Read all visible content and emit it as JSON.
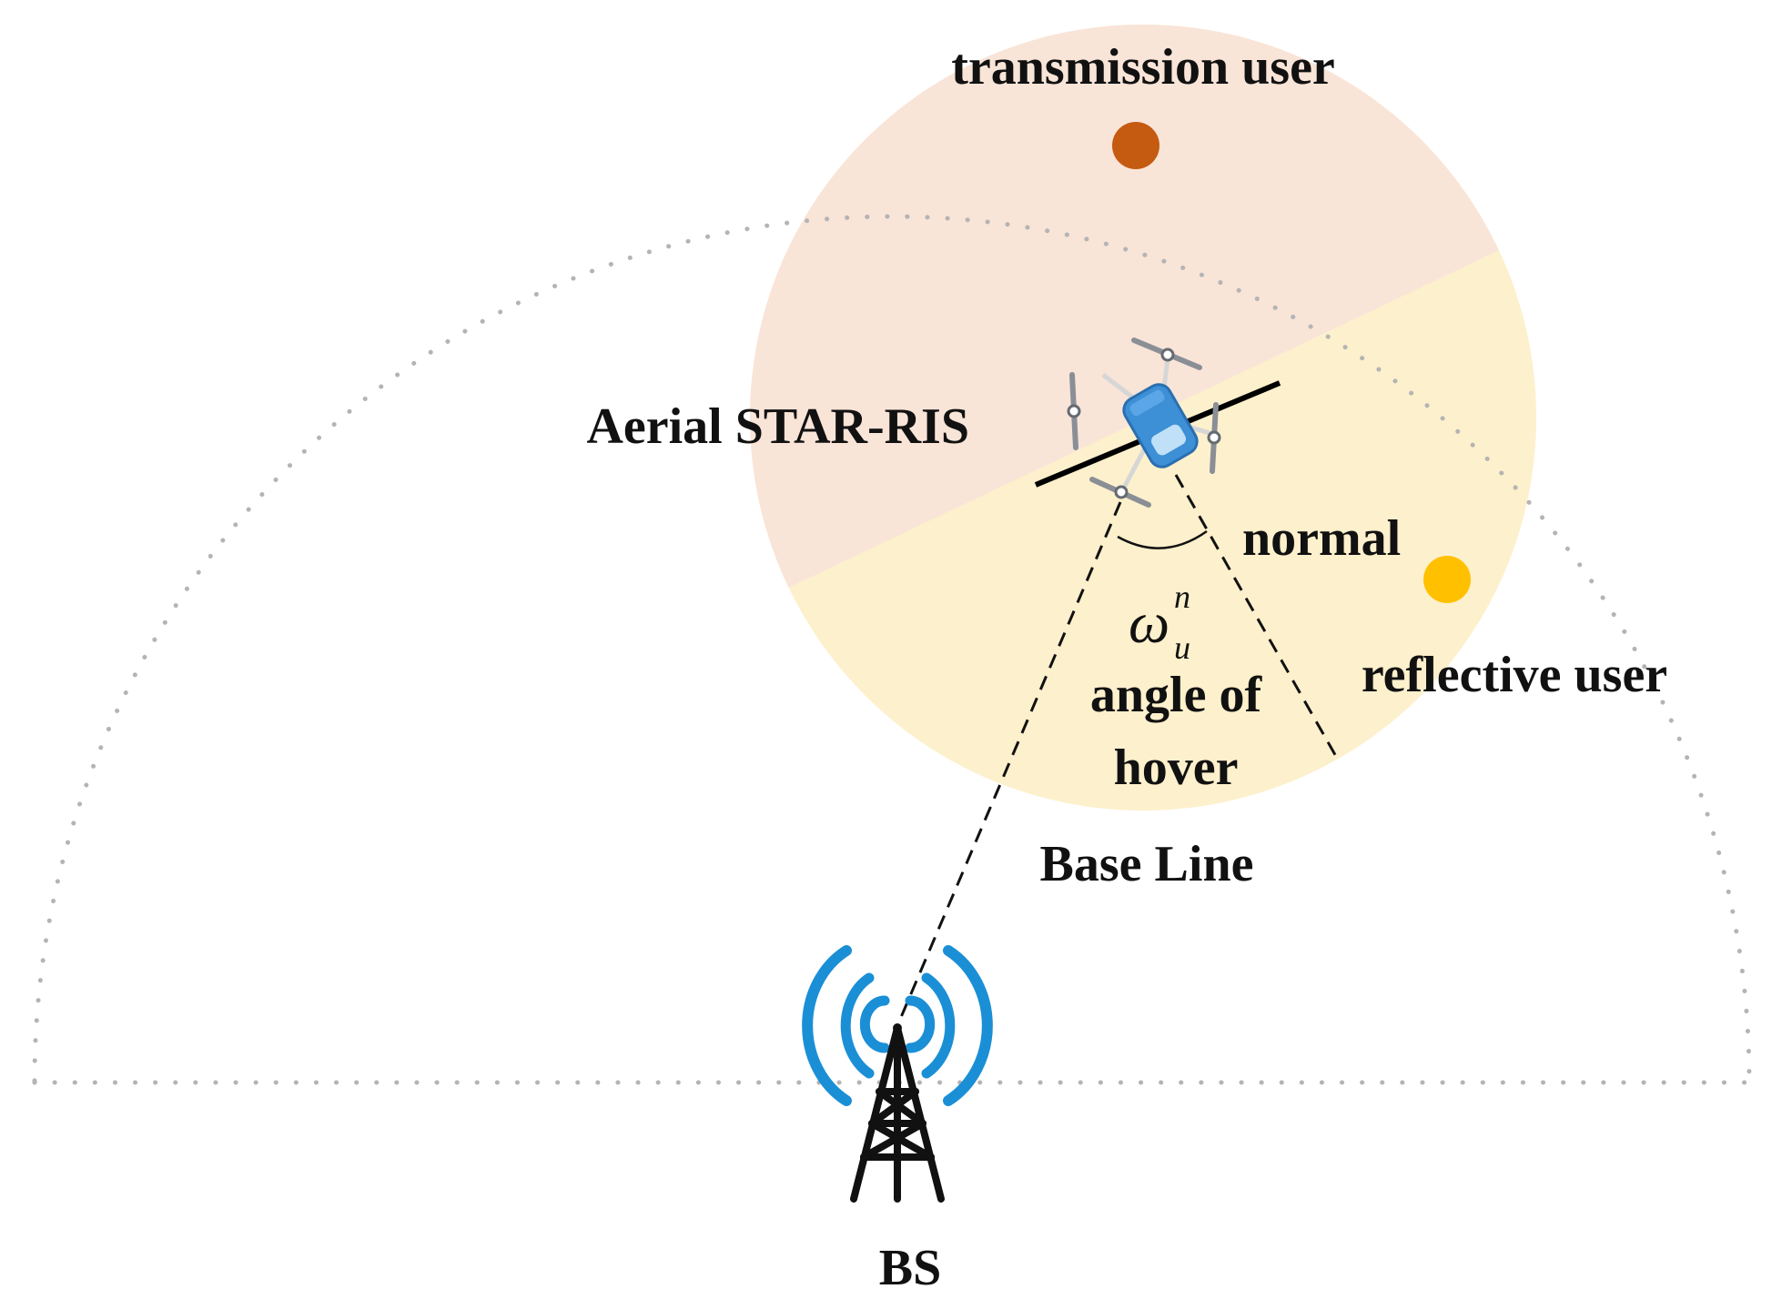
{
  "labels": {
    "transmission_user": "transmission user",
    "aerial_star_ris": "Aerial STAR-RIS",
    "normal": "normal",
    "reflective_user": "reflective user",
    "angle_line1": "angle of",
    "angle_line2": "hover",
    "base_line": "Base Line",
    "bs": "BS",
    "angle_symbol": "ω",
    "angle_superscript": "n",
    "angle_subscript": "u"
  },
  "colors": {
    "transmission_region": "#f9e4d8",
    "reflection_region": "#fdf0cc",
    "transmission_user_dot": "#c55a11",
    "reflective_user_dot": "#ffc000",
    "coverage_boundary": "#b4b4b4",
    "tower_waves": "#1a8fd6",
    "uav_body": "#3d8fd6",
    "ris_surface": "#000000"
  },
  "icons": {
    "uav": "quadcopter-drone-icon",
    "base_station": "cell-tower-icon"
  }
}
